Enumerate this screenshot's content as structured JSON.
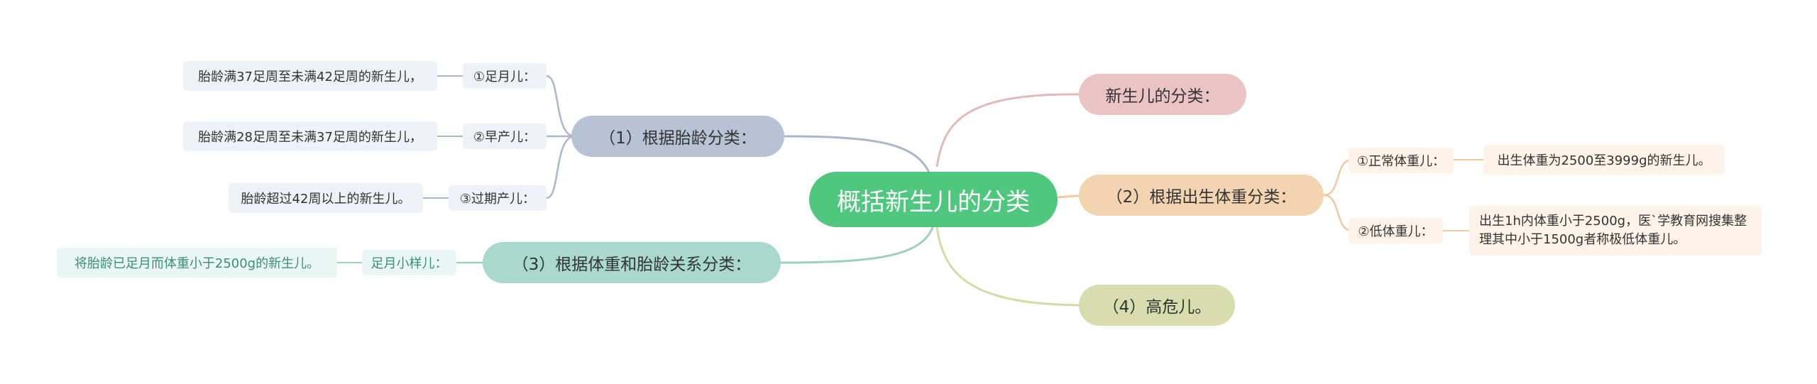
{
  "mindmap": {
    "root": "概括新生儿的分类",
    "branches": {
      "classification": "新生儿的分类：",
      "gestational_age": {
        "label": "（1）根据胎龄分类：",
        "items": [
          {
            "label": "①足月儿：",
            "desc": "胎龄满37足周至未满42足周的新生儿，"
          },
          {
            "label": "②早产儿：",
            "desc": "胎龄满28足周至未满37足周的新生儿，"
          },
          {
            "label": "③过期产儿：",
            "desc": "胎龄超过42周以上的新生儿。"
          }
        ]
      },
      "birth_weight": {
        "label": "（2）根据出生体重分类：",
        "items": [
          {
            "label": "①正常体重儿：",
            "desc": "出生体重为2500至3999g的新生儿。"
          },
          {
            "label": "②低体重儿：",
            "desc": "出生1h内体重小于2500g，医`学教育网搜集整理其中小于1500g者称极低体重儿。"
          }
        ]
      },
      "weight_and_age": {
        "label": "（3）根据体重和胎龄关系分类：",
        "items": [
          {
            "label": "足月小样儿：",
            "desc": "将胎龄已足月而体重小于2500g的新生儿。"
          }
        ]
      },
      "high_risk": "（4）高危儿。"
    }
  },
  "colors": {
    "root": "#4fc77f",
    "gestational_age": "#b7c3d4",
    "birth_weight": "#f3d4b0",
    "weight_and_age": "#a9d8cc",
    "high_risk": "#d7ddad",
    "classification": "#eac4c5"
  }
}
